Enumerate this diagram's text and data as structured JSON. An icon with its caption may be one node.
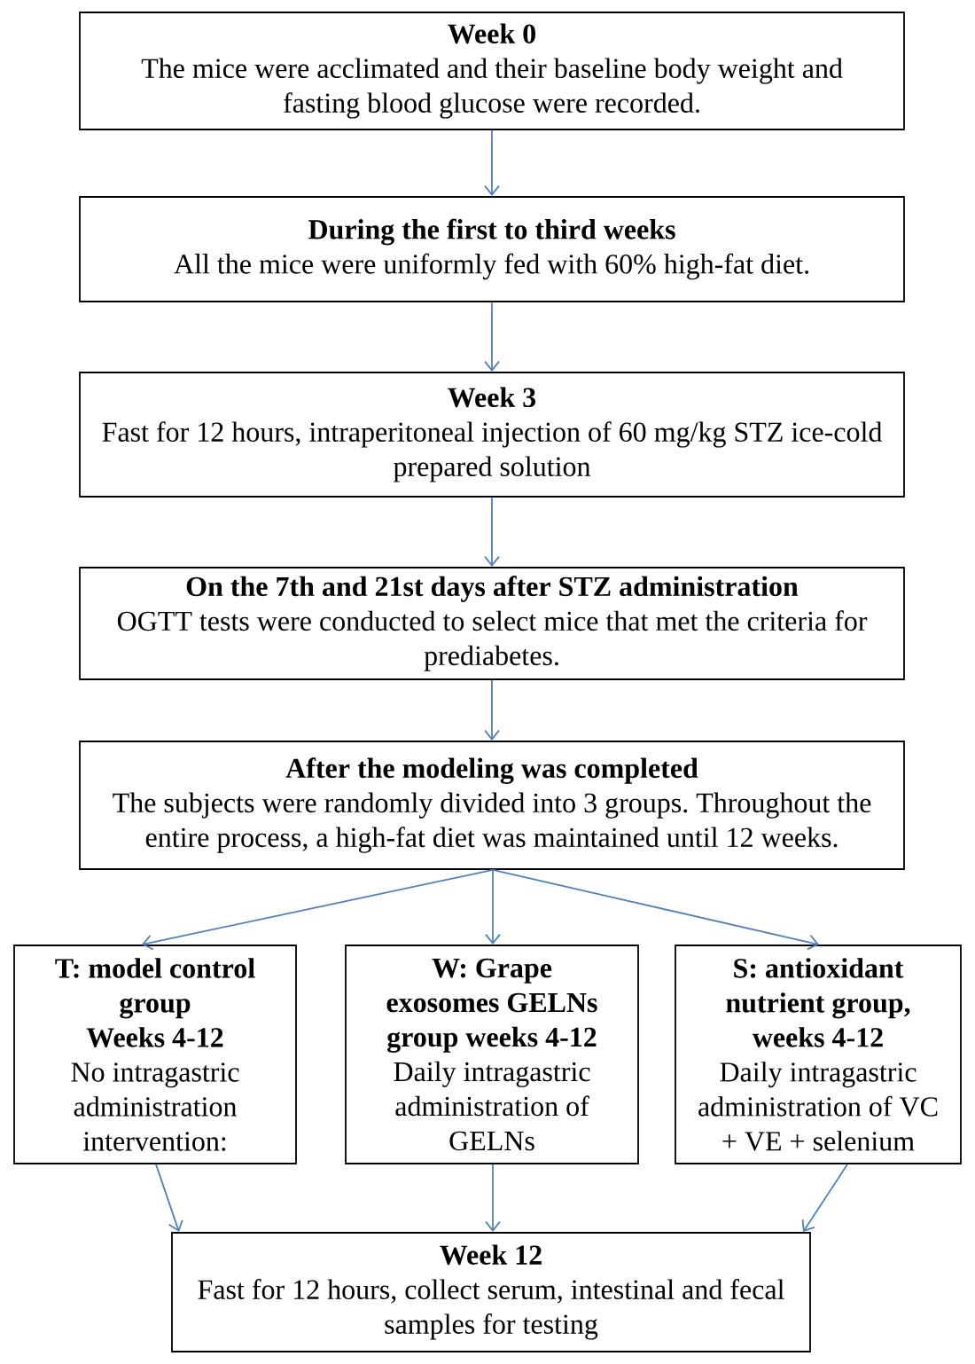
{
  "diagram": {
    "nodes": [
      {
        "text": [
          "Week 0",
          "The mice were acclimated and their baseline body weight and fasting blood glucose were recorded."
        ]
      },
      {
        "text": [
          "During the first to third weeks",
          "All the mice were uniformly fed with 60% high-fat diet."
        ]
      },
      {
        "text": [
          "Week 3",
          "Fast for 12 hours, intraperitoneal injection of 60 mg/kg STZ ice-cold prepared solution"
        ]
      },
      {
        "text": [
          "On the 7th and 21st days after STZ administration",
          "OGTT tests were conducted to select mice that met the criteria for prediabetes."
        ]
      },
      {
        "text": [
          "After the modeling was completed",
          "The subjects were randomly divided into 3 groups. Throughout the entire process, a high-fat diet was maintained until 12 weeks."
        ]
      },
      {
        "text": [
          "T: model control group",
          "Weeks 4-12",
          "No intragastric administration intervention:"
        ]
      },
      {
        "text": [
          "W: Grape exosomes GELNs group weeks 4-12",
          "Daily intragastric administration of GELNs"
        ]
      },
      {
        "text": [
          "S: antioxidant nutrient group, weeks 4-12",
          "Daily intragastric administration of VC + VE + selenium"
        ]
      },
      {
        "text": [
          "Week 12",
          "Fast for 12 hours, collect serum, intestinal and fecal samples for testing"
        ]
      }
    ],
    "edges": [
      {
        "from": 0,
        "to": 1,
        "arrow": "to"
      },
      {
        "from": 1,
        "to": 2,
        "arrow": "to"
      },
      {
        "from": 2,
        "to": 3,
        "arrow": "to"
      },
      {
        "from": 3,
        "to": 4,
        "arrow": "to"
      },
      {
        "from": 4,
        "to": 5,
        "arrow": "to"
      },
      {
        "from": 4,
        "to": 6,
        "arrow": "to"
      },
      {
        "from": 4,
        "to": 7,
        "arrow": "to"
      },
      {
        "from": 5,
        "to": 8,
        "arrow": "to"
      },
      {
        "from": 6,
        "to": 8,
        "arrow": "to"
      },
      {
        "from": 7,
        "to": 8,
        "arrow": "to"
      }
    ]
  }
}
